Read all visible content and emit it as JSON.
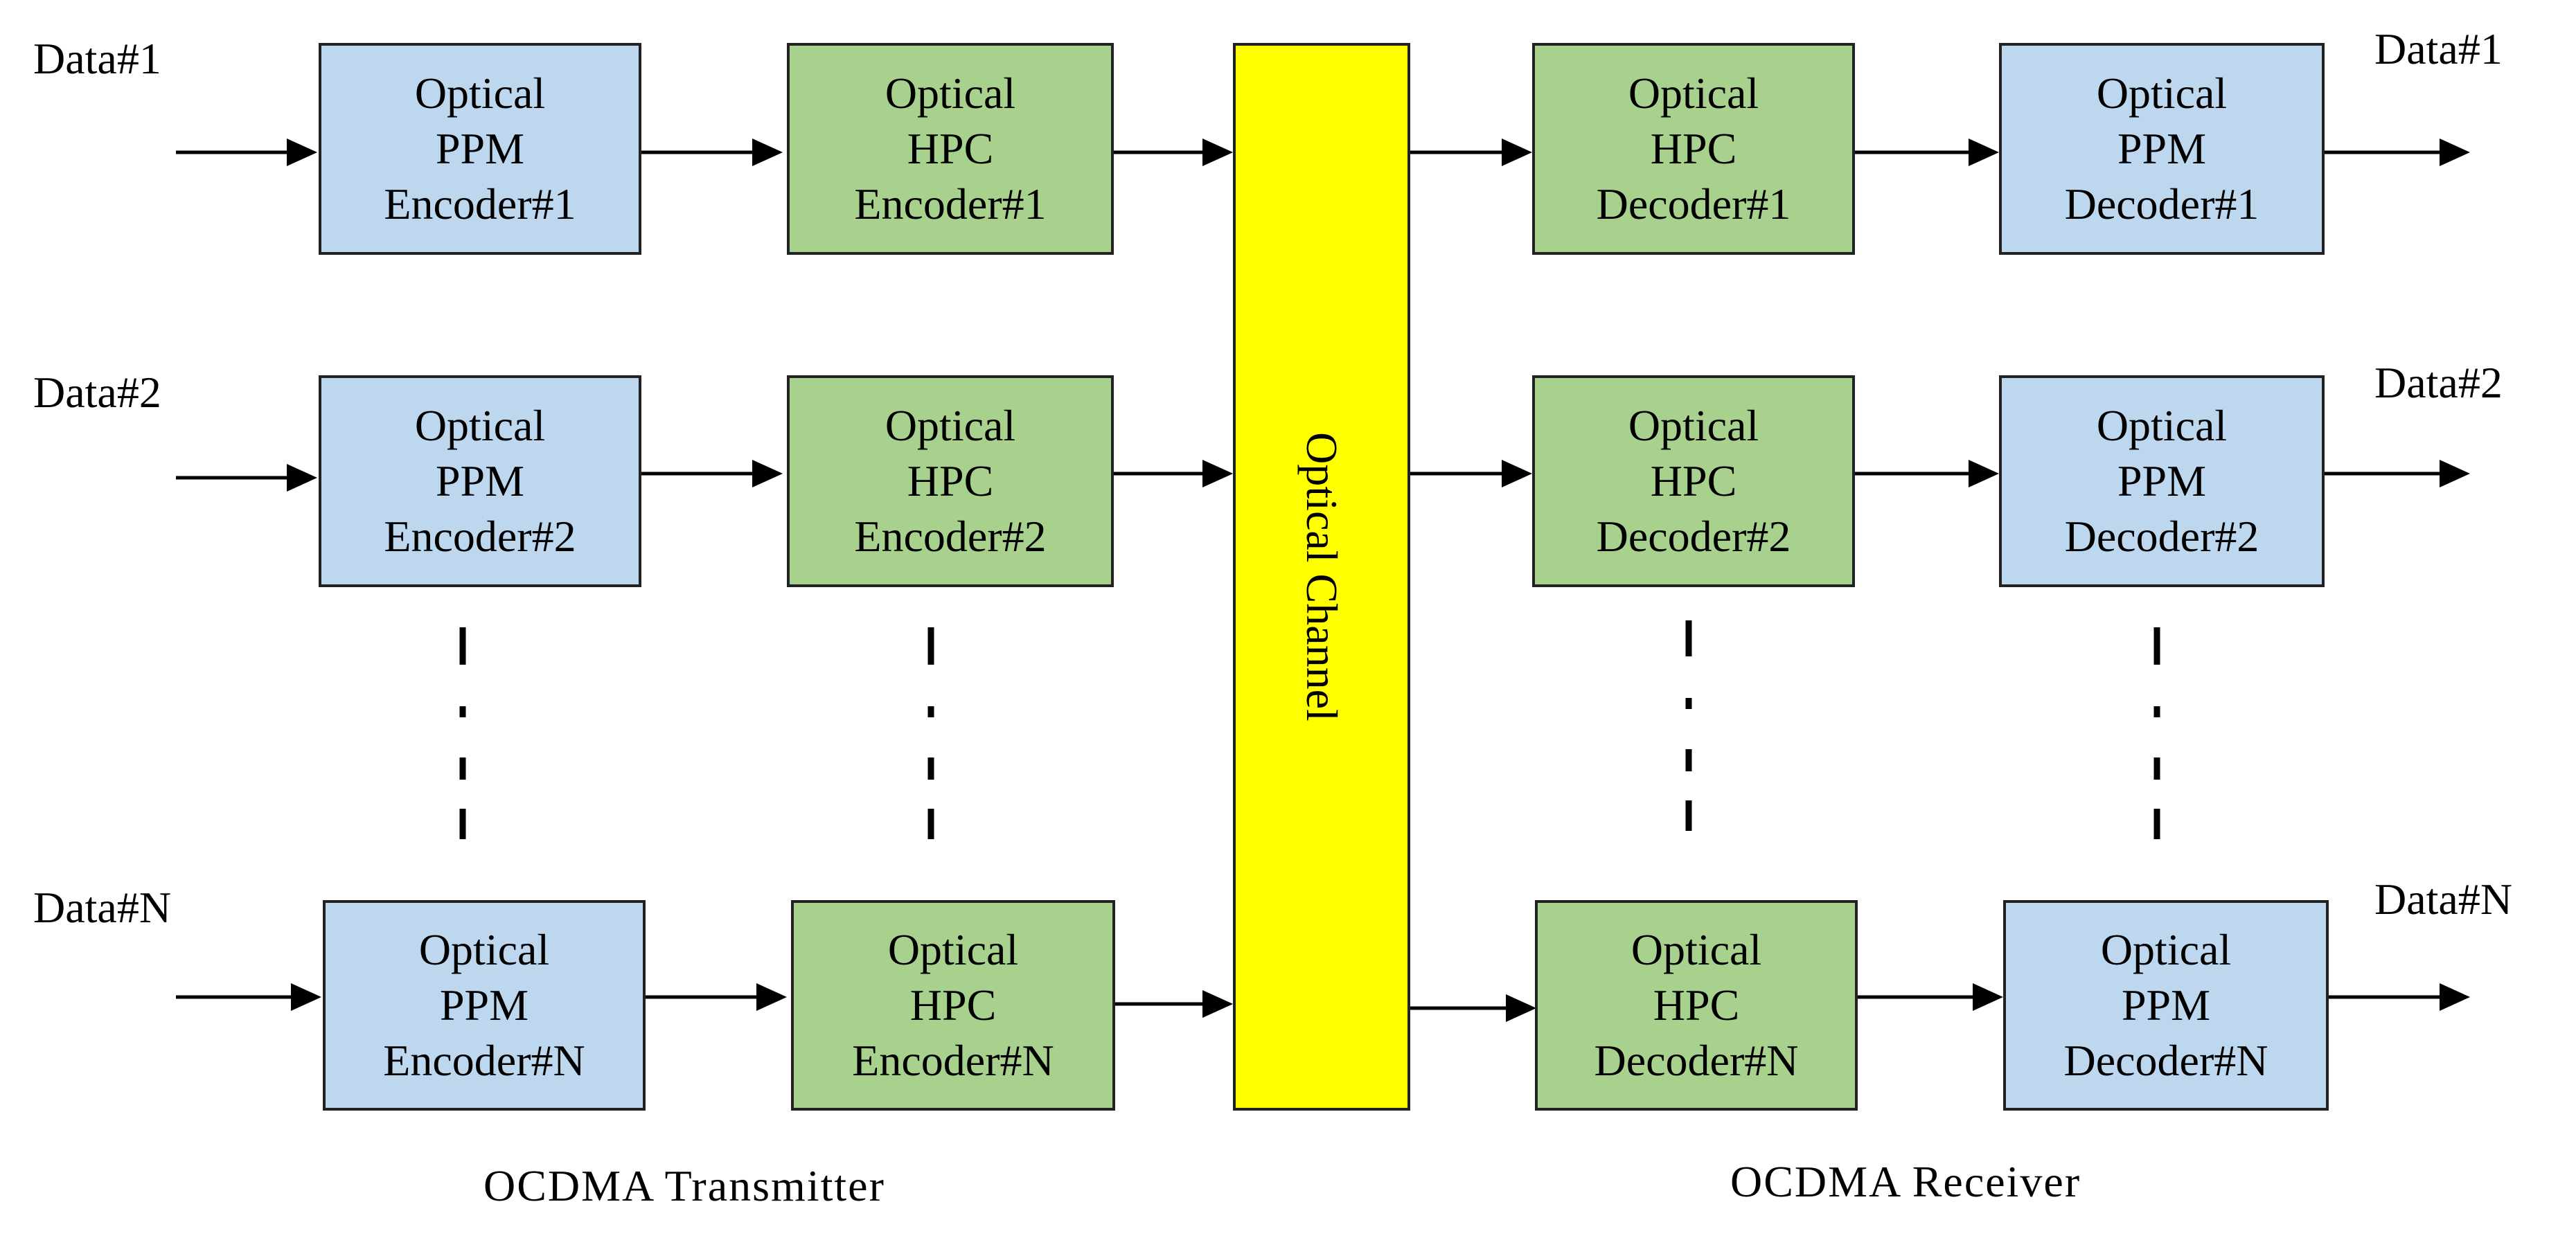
{
  "inputs": [
    "Data#1",
    "Data#2",
    "Data#N"
  ],
  "outputs": [
    "Data#1",
    "Data#2",
    "Data#N"
  ],
  "rows": [
    {
      "ppm_encoder": [
        "Optical",
        "PPM",
        "Encoder#1"
      ],
      "hpc_encoder": [
        "Optical",
        "HPC",
        "Encoder#1"
      ],
      "hpc_decoder": [
        "Optical",
        "HPC",
        "Decoder#1"
      ],
      "ppm_decoder": [
        "Optical",
        "PPM",
        "Decoder#1"
      ]
    },
    {
      "ppm_encoder": [
        "Optical",
        "PPM",
        "Encoder#2"
      ],
      "hpc_encoder": [
        "Optical",
        "HPC",
        "Encoder#2"
      ],
      "hpc_decoder": [
        "Optical",
        "HPC",
        "Decoder#2"
      ],
      "ppm_decoder": [
        "Optical",
        "PPM",
        "Decoder#2"
      ]
    },
    {
      "ppm_encoder": [
        "Optical",
        "PPM",
        "Encoder#N"
      ],
      "hpc_encoder": [
        "Optical",
        "HPC",
        "Encoder#N"
      ],
      "hpc_decoder": [
        "Optical",
        "HPC",
        "Decoder#N"
      ],
      "ppm_decoder": [
        "Optical",
        "PPM",
        "Decoder#N"
      ]
    }
  ],
  "channel_label": "Optical Channel",
  "captions": {
    "transmitter": "OCDMA Transmitter",
    "receiver": "OCDMA Receiver"
  },
  "colors": {
    "ppm_block": "#bdd7ee",
    "hpc_block": "#a9d18e",
    "channel": "#ffff00"
  }
}
